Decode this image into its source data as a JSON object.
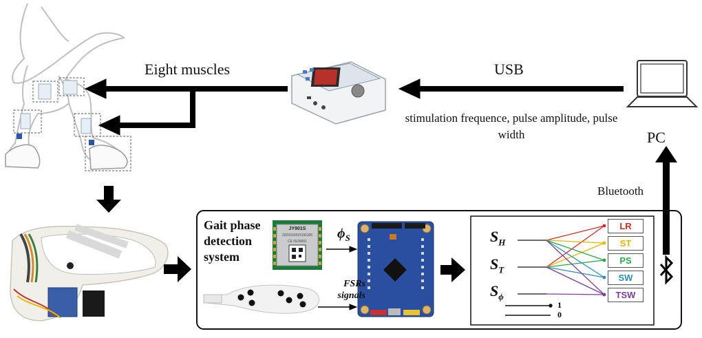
{
  "labels": {
    "muscles": "Eight muscles",
    "usb": "USB",
    "params": "stimulation frequence, pulse amplitude, pulse width",
    "pc": "PC",
    "bluetooth": "Bluetooth",
    "gait_system": "Gait phase detection system",
    "phi_label": "ϕ",
    "phi_sub": "S",
    "fsr": "FSRs signals"
  },
  "signals": [
    {
      "main": "S",
      "sub": "H"
    },
    {
      "main": "S",
      "sub": "T"
    },
    {
      "main": "S",
      "sub": "ϕ"
    }
  ],
  "phases": [
    {
      "label": "LR",
      "color": "#d42a2a"
    },
    {
      "label": "ST",
      "color": "#e3b800"
    },
    {
      "label": "PS",
      "color": "#2aa84a"
    },
    {
      "label": "SW",
      "color": "#2b8fb4"
    },
    {
      "label": "TSW",
      "color": "#7b3d99"
    }
  ],
  "legend_binary": [
    "1",
    "0"
  ],
  "chips": {
    "imu_model": "JY901S",
    "imu_code": "2022010415191105",
    "imu_cert": "CE ISO9001"
  }
}
